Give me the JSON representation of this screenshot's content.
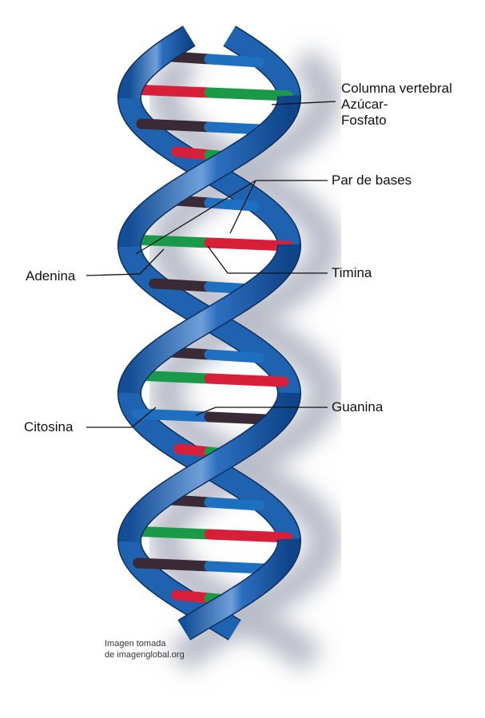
{
  "labels": {
    "backbone": [
      "Columna vertebral",
      "Azúcar-",
      "Fosfato"
    ],
    "base_pair": "Par de bases",
    "adenine": "Adenina",
    "thymine": "Timina",
    "cytosine": "Citosina",
    "guanine": "Guanina"
  },
  "credit": [
    "Imagen tomada",
    "de imagenglobal.org"
  ],
  "colors": {
    "backbone": "#1f63b0",
    "adenine": "#1a9a48",
    "thymine": "#d81f3a",
    "cytosine": "#1f6fc0",
    "guanine": "#3a2a35"
  }
}
